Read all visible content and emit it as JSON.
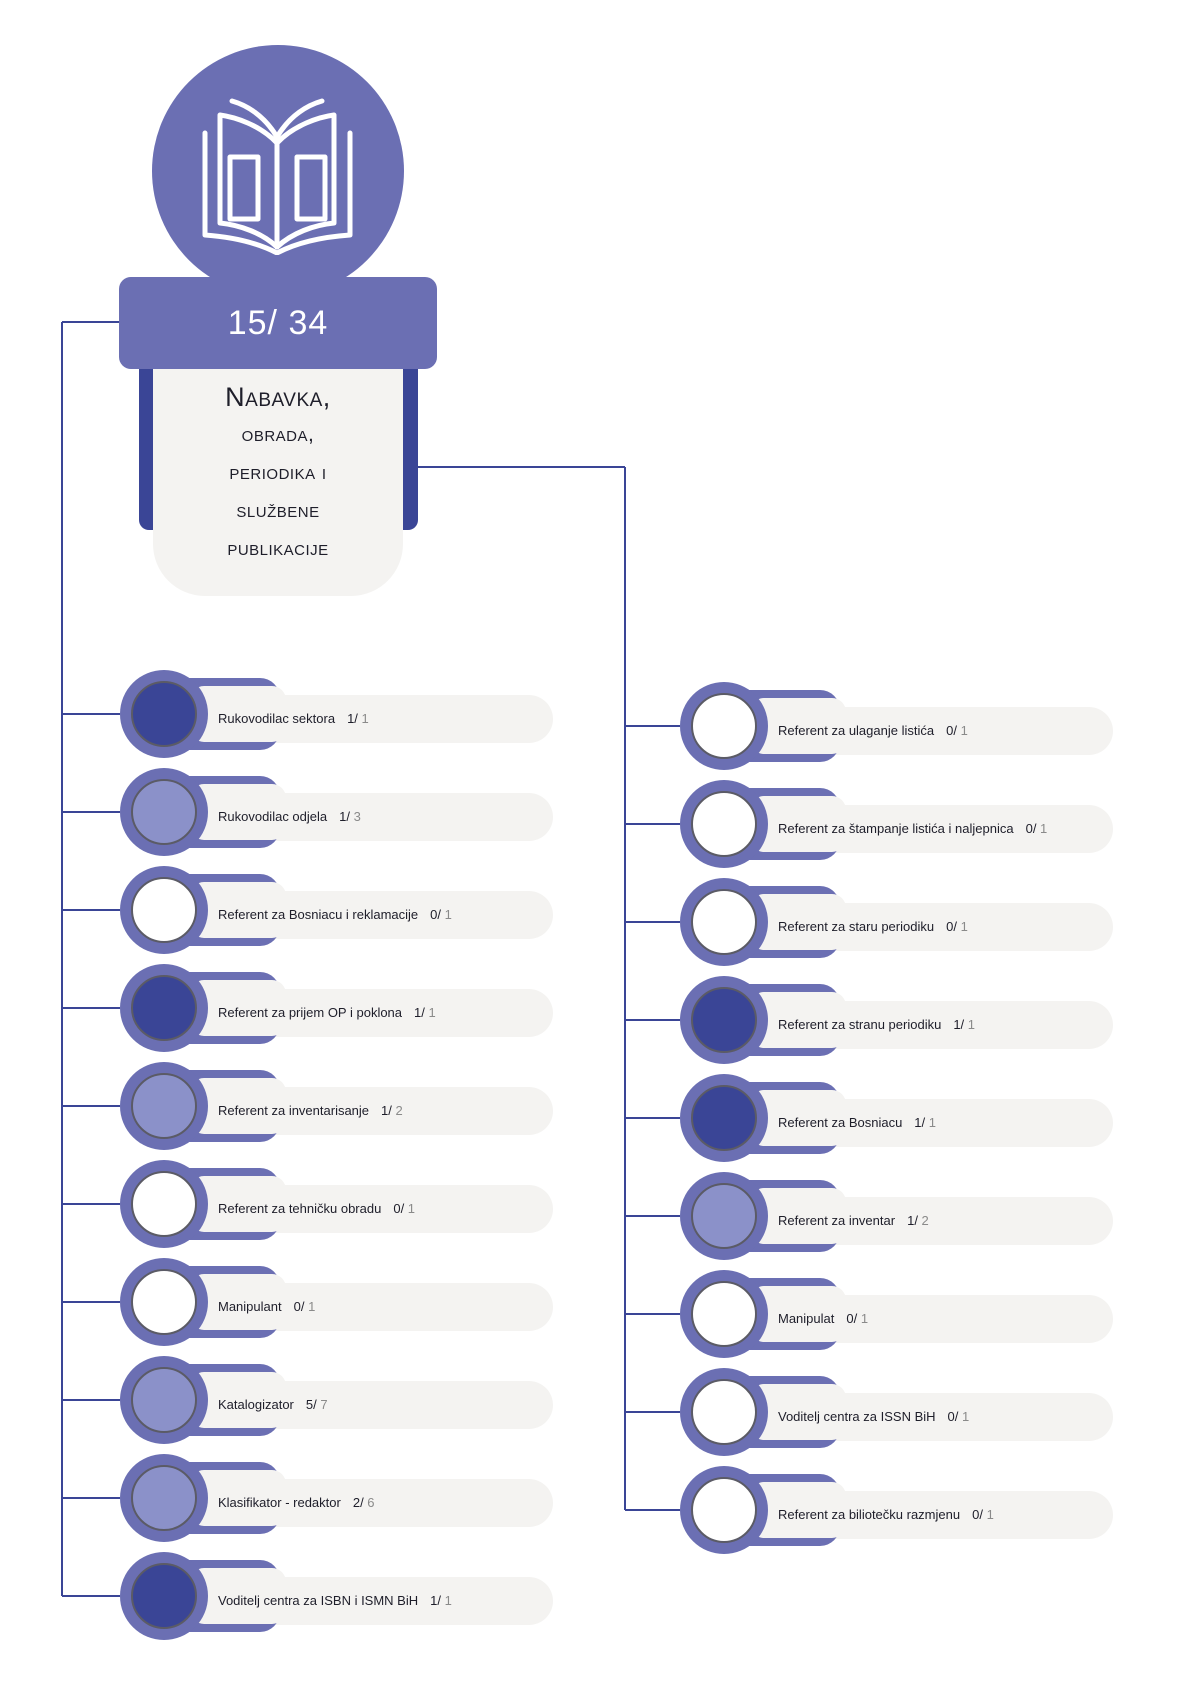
{
  "department": {
    "count": "15/ 34",
    "title_lines": [
      "Nabavka,",
      "obrada,",
      "periodika i",
      "službene",
      "publikacije"
    ]
  },
  "colors": {
    "primary": "#6b6fb3",
    "dark": "#3a4596",
    "light": "#8b91c9",
    "card": "#f4f3f1"
  },
  "icon": "open-book-icon",
  "left_nodes": [
    {
      "title": "Rukovodilac sektora",
      "filled": "1",
      "total": "1",
      "status": "full"
    },
    {
      "title": "Rukovodilac odjela",
      "filled": "1",
      "total": "3",
      "status": "partial"
    },
    {
      "title": "Referent za Bosniacu i reklamacije",
      "filled": "0",
      "total": "1",
      "status": "empty"
    },
    {
      "title": "Referent za prijem OP i poklona",
      "filled": "1",
      "total": "1",
      "status": "full"
    },
    {
      "title": "Referent za inventarisanje",
      "filled": "1",
      "total": "2",
      "status": "partial"
    },
    {
      "title": "Referent za tehničku obradu",
      "filled": "0",
      "total": "1",
      "status": "empty"
    },
    {
      "title": "Manipulant",
      "filled": "0",
      "total": "1",
      "status": "empty"
    },
    {
      "title": "Katalogizator",
      "filled": "5",
      "total": "7",
      "status": "partial"
    },
    {
      "title": "Klasifikator - redaktor",
      "filled": "2",
      "total": "6",
      "status": "partial"
    },
    {
      "title": "Voditelj centra za ISBN i ISMN BiH",
      "filled": "1",
      "total": "1",
      "status": "full"
    }
  ],
  "right_nodes": [
    {
      "title": "Referent za ulaganje listića",
      "filled": "0",
      "total": "1",
      "status": "empty"
    },
    {
      "title": "Referent za štampanje listića i naljepnica",
      "filled": "0",
      "total": "1",
      "status": "empty"
    },
    {
      "title": "Referent za staru periodiku",
      "filled": "0",
      "total": "1",
      "status": "empty"
    },
    {
      "title": "Referent za stranu periodiku",
      "filled": "1",
      "total": "1",
      "status": "full"
    },
    {
      "title": "Referent za Bosniacu",
      "filled": "1",
      "total": "1",
      "status": "full"
    },
    {
      "title": "Referent za inventar",
      "filled": "1",
      "total": "2",
      "status": "partial"
    },
    {
      "title": "Manipulat",
      "filled": "0",
      "total": "1",
      "status": "empty"
    },
    {
      "title": "Voditelj centra za ISSN BiH",
      "filled": "0",
      "total": "1",
      "status": "empty"
    },
    {
      "title": "Referent za biliotečku razmjenu",
      "filled": "0",
      "total": "1",
      "status": "empty"
    }
  ]
}
